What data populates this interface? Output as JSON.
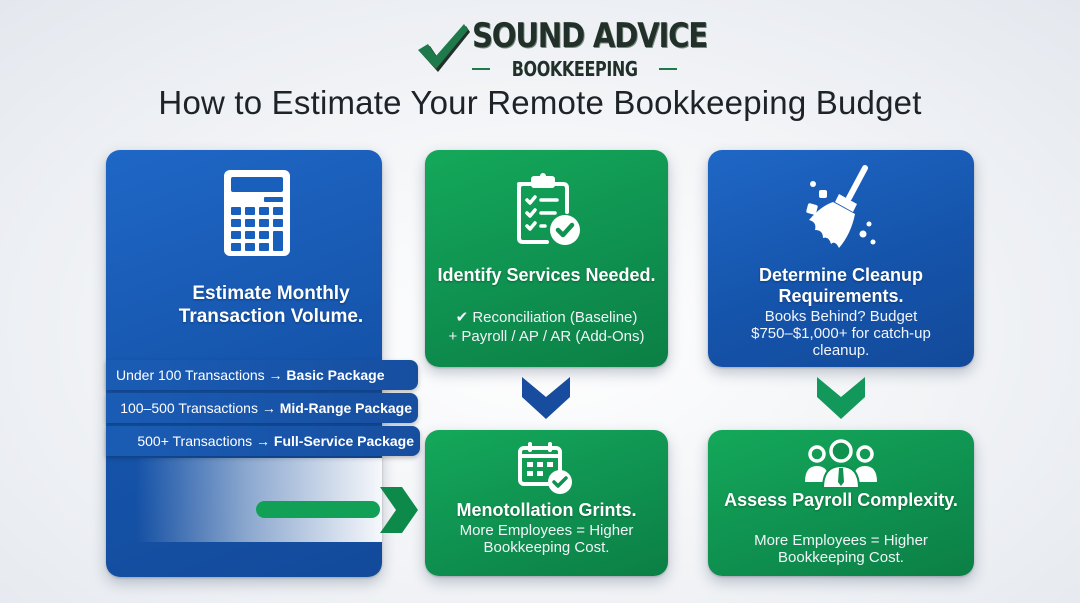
{
  "brand": {
    "name_line1": "SOUND ADVICE",
    "name_line2": "BOOKKEEPING",
    "check_color": "#1e7a4a"
  },
  "title": "How to Estimate Your Remote Bookkeeping Budget",
  "colors": {
    "blue": "#1554ab",
    "green": "#0f9150",
    "title_text": "#1e2328"
  },
  "cards": {
    "volume": {
      "icon": "calculator-icon",
      "title": "Estimate Monthly Transaction Volume.",
      "tiers": [
        {
          "range": "Under 100 Transactions → ",
          "package": "Basic Package"
        },
        {
          "range": "100–500 Transactions → ",
          "package": "Mid-Range Package"
        },
        {
          "range": "500+ Transactions → ",
          "package": "Full-Service Package"
        }
      ]
    },
    "services": {
      "icon": "clipboard-check-icon",
      "title": "Identify Services Needed.",
      "line1": "✔ Reconciliation (Baseline)",
      "line2": "+ Payroll / AP / AR (Add-Ons)"
    },
    "cleanup": {
      "icon": "broom-icon",
      "title": "Determine Cleanup Requirements.",
      "body": "Books Behind? Budget $750–$1,000+ for catch-up cleanup."
    },
    "menot": {
      "icon": "calendar-check-icon",
      "title": "Menotollation Grints.",
      "body": "More Employees = Higher Bookkeeping Cost."
    },
    "payroll": {
      "icon": "team-icon",
      "title": "Assess Payroll Complexity.",
      "body": "More Employees = Higher Bookkeeping Cost."
    }
  }
}
